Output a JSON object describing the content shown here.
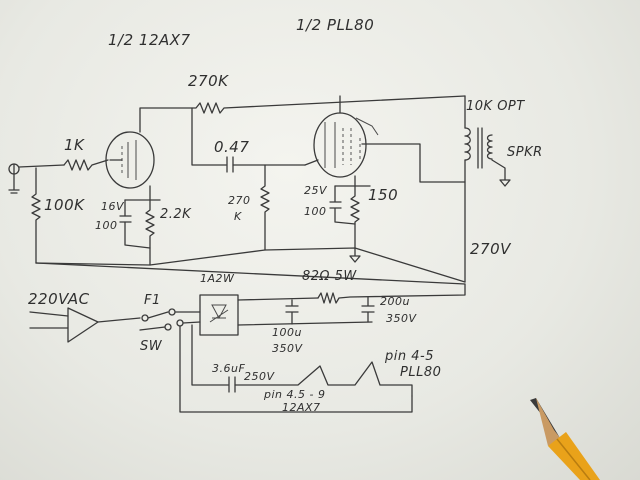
{
  "labels": {
    "tube1": "1/2 12AX7",
    "tube2": "1/2 PLL80",
    "r_plate1": "270K",
    "r_grid_stop": "1K",
    "r_grid_leak": "100K",
    "c_cath1_v": "16V",
    "c_cath1_u": "100",
    "r_cath1": "2.2K",
    "c_coupling": "0.47",
    "r_grid2_a": "270",
    "r_grid2_b": "K",
    "c_cath2_v": "25V",
    "c_cath2_u": "100",
    "r_cath2": "150",
    "opt": "10K OPT",
    "spkr": "SPKR",
    "b_plus": "270V",
    "ac_in": "220VAC",
    "fuse": "F1",
    "switch": "SW",
    "bridge": "1A2W",
    "r_filter": "82Ω 5W",
    "c_filter2_u": "200u",
    "c_filter2_v": "350V",
    "c_filter1_u": "100u",
    "c_filter1_v": "350V",
    "c_heater_u": "3.6uF",
    "c_heater_v": "250V",
    "heater1_a": "pin 4-5",
    "heater1_b": "PLL80",
    "heater2_a": "pin 4.5 - 9",
    "heater2_b": "12AX7"
  },
  "colors": {
    "ink": "#3a3a3a",
    "paper": "#f2f2ed",
    "pencil_body": "#e9a21a",
    "pencil_wood": "#c99a63",
    "pencil_lead": "#3a3a3a"
  }
}
